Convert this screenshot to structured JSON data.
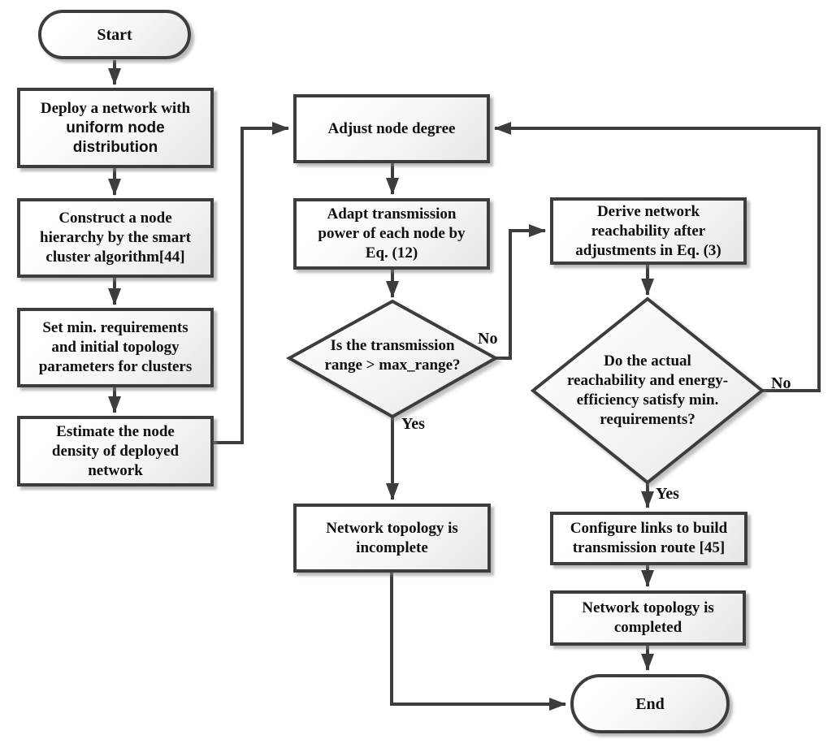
{
  "diagram": {
    "type": "flowchart",
    "background_color": "#ffffff",
    "stroke_color": "#3d3d3d",
    "node_fill_top": "#ffffff",
    "node_fill_bottom": "#e6e6e6",
    "text_color": "#101010",
    "nodes": {
      "start": {
        "shape": "terminator",
        "label": "Start"
      },
      "deploy": {
        "shape": "process",
        "line1": "Deploy a  network with",
        "line2": "uniform node\ndistribution"
      },
      "construct": {
        "shape": "process",
        "label": "Construct a node\nhierarchy  by the smart\ncluster algorithm[44]"
      },
      "set_min": {
        "shape": "process",
        "label": "Set min. requirements\nand initial topology\nparameters for clusters"
      },
      "estimate": {
        "shape": "process",
        "label": "Estimate the node\ndensity of deployed\nnetwork"
      },
      "adjust": {
        "shape": "process",
        "label": "Adjust node degree"
      },
      "adapt": {
        "shape": "process",
        "label": "Adapt transmission\npower of each node by\nEq. (12)"
      },
      "decision_range": {
        "shape": "decision",
        "label": "Is the transmission\nrange > max_range?"
      },
      "derive": {
        "shape": "process",
        "label": "Derive network\nreachability after\nadjustments in Eq. (3)"
      },
      "decision_reach": {
        "shape": "decision",
        "label": "Do the actual\nreachability and energy-\nefficiency  satisfy min.\nrequirements?"
      },
      "incomplete": {
        "shape": "process",
        "label": "Network topology is\nincomplete"
      },
      "configure": {
        "shape": "process",
        "label": "Configure links to build\ntransmission route [45]"
      },
      "completed": {
        "shape": "process",
        "label": "Network topology is\ncompleted"
      },
      "end": {
        "shape": "terminator",
        "label": "End"
      }
    },
    "edge_labels": {
      "range_no": "No",
      "range_yes": "Yes",
      "reach_no": "No",
      "reach_yes": "Yes"
    }
  }
}
